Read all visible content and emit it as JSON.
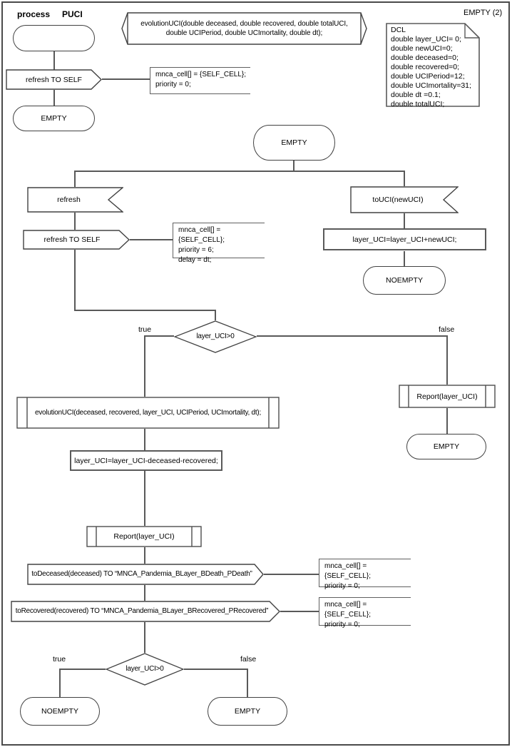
{
  "header": {
    "process_keyword": "process",
    "process_name": "PUCI",
    "page_label": "EMPTY (2)"
  },
  "declarations": {
    "signature_line1": "evolutionUCI(double deceased, double recovered, double totalUCI,",
    "signature_line2": "double UCIPeriod, double UCImortality, double dt);",
    "dcl_lines": [
      "DCL",
      "double layer_UCI= 0;",
      "double newUCI=0;",
      "double deceased=0;",
      "double recovered=0;",
      "double UCIPeriod=12;",
      "double UCImortality=31;",
      "double dt =0.1;",
      "double totalUCI;"
    ]
  },
  "start_flow": {
    "output_refresh_to_self": "refresh TO SELF",
    "comment_lines": [
      "mnca_cell[] = {SELF_CELL};",
      "priority = 0;"
    ],
    "state_empty": "EMPTY"
  },
  "empty_state_flow": {
    "state": "EMPTY",
    "input_refresh": "refresh",
    "output_refresh_to_self": "refresh TO SELF",
    "refresh_comment_lines": [
      "mnca_cell[] = {SELF_CELL};",
      "priority = 6;",
      "delay = dt;"
    ],
    "input_touci": "toUCI(newUCI)",
    "task_add": "layer_UCI=layer_UCI+newUCI;",
    "state_noempty": "NOEMPTY"
  },
  "decision1": {
    "condition": "layer_UCI>0",
    "true_label": "true",
    "false_label": "false"
  },
  "false_branch": {
    "proc_report": "Report(layer_UCI)",
    "state_empty": "EMPTY"
  },
  "true_branch": {
    "proc_evolution": "evolutionUCI(deceased, recovered, layer_UCI, UCIPeriod, UCImortality, dt);",
    "task_update": "layer_UCI=layer_UCI-deceased-recovered;",
    "proc_report": "Report(layer_UCI)",
    "output_deceased": "toDeceased(deceased) TO “MNCA_Pandemia_BLayer_BDeath_PDeath”",
    "deceased_comment_lines": [
      "mnca_cell[] = {SELF_CELL};",
      "priority = 0;"
    ],
    "output_recovered": "toRecovered(recovered) TO “MNCA_Pandemia_BLayer_BRecovered_PRecovered”",
    "recovered_comment_lines": [
      "mnca_cell[] = {SELF_CELL};",
      "priority = 0;"
    ]
  },
  "decision2": {
    "condition": "layer_UCI>0",
    "true_label": "true",
    "false_label": "false",
    "true_state": "NOEMPTY",
    "false_state": "EMPTY"
  }
}
